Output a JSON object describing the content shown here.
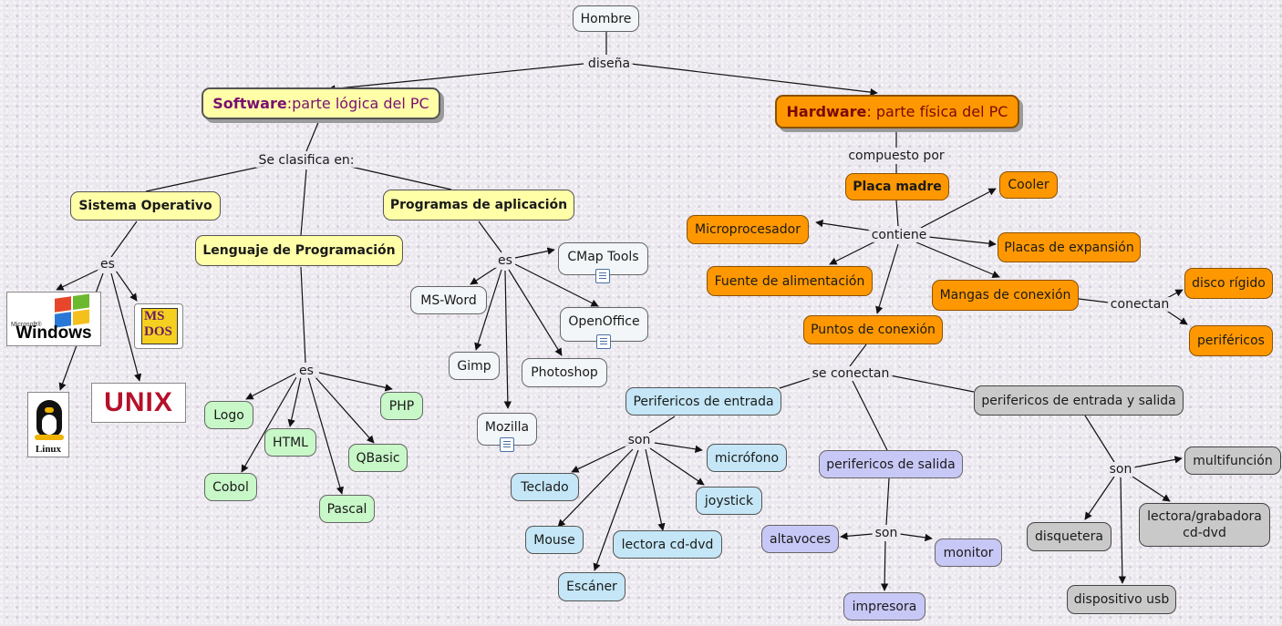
{
  "concepts": {
    "hombre": "Hombre",
    "software_kw": "Software",
    "software_rest": ":parte lógica del PC",
    "hardware_kw": "Hardware",
    "hardware_rest": ": parte física del PC",
    "sistema_operativo": "Sistema Operativo",
    "lenguaje_programacion": "Lenguaje de Programación",
    "programas_aplicacion": "Programas de aplicación",
    "logo": "Logo",
    "html": "HTML",
    "php": "PHP",
    "qbasic": "QBasic",
    "cobol": "Cobol",
    "pascal": "Pascal",
    "cmap_tools": "CMap Tools",
    "ms_word": "MS-Word",
    "openoffice": "OpenOffice",
    "gimp": "Gimp",
    "photoshop": "Photoshop",
    "mozilla": "Mozilla",
    "placa_madre": "Placa madre",
    "cooler": "Cooler",
    "microprocesador": "Microprocesador",
    "placas_expansion": "Placas de expansión",
    "fuente_alimentacion": "Fuente de alimentación",
    "mangas_conexion": "Mangas de conexión",
    "disco_rigido": "disco rígido",
    "perifericos": "periféricos",
    "puntos_conexion": "Puntos de conexión",
    "perifericos_entrada": "Perifericos de entrada",
    "perifericos_es": "perifericos de entrada y salida",
    "perifericos_salida": "perifericos de salida",
    "teclado": "Teclado",
    "microfono": "micrófono",
    "joystick": "joystick",
    "mouse": "Mouse",
    "lectora_cd": "lectora cd-dvd",
    "escaner": "Escáner",
    "altavoces": "altavoces",
    "monitor": "monitor",
    "impresora": "impresora",
    "multifuncion": "multifunción",
    "disquetera": "disquetera",
    "lectora_grabadora": "lectora/grabadora cd-dvd",
    "dispositivo_usb": "dispositivo usb"
  },
  "links": {
    "disena": "diseña",
    "se_clasifica": "Se clasifica en:",
    "es_so": "es",
    "es_lp": "es",
    "es_pa": "es",
    "compuesto_por": "compuesto por",
    "contiene": "contiene",
    "conectan": "conectan",
    "se_conectan": "se conectan",
    "son_entrada": "son",
    "son_salida": "son",
    "son_es": "son"
  },
  "logos": {
    "windows": "Windows",
    "windows_small": "Microsoft®",
    "msdos": "MS DOS",
    "linux": "Linux",
    "unix": "UNIX"
  },
  "colors": {
    "white_node": "#f2f6f8",
    "yellow_node": "#ffffa8",
    "green_node": "#c8f7c8",
    "orange_node": "#ff9800",
    "blue_node": "#c4e6f6",
    "purple_node": "#c8c8f7",
    "gray_node": "#c9c9c9",
    "software_text": "#7a1070",
    "hardware_text": "#7a0808"
  }
}
